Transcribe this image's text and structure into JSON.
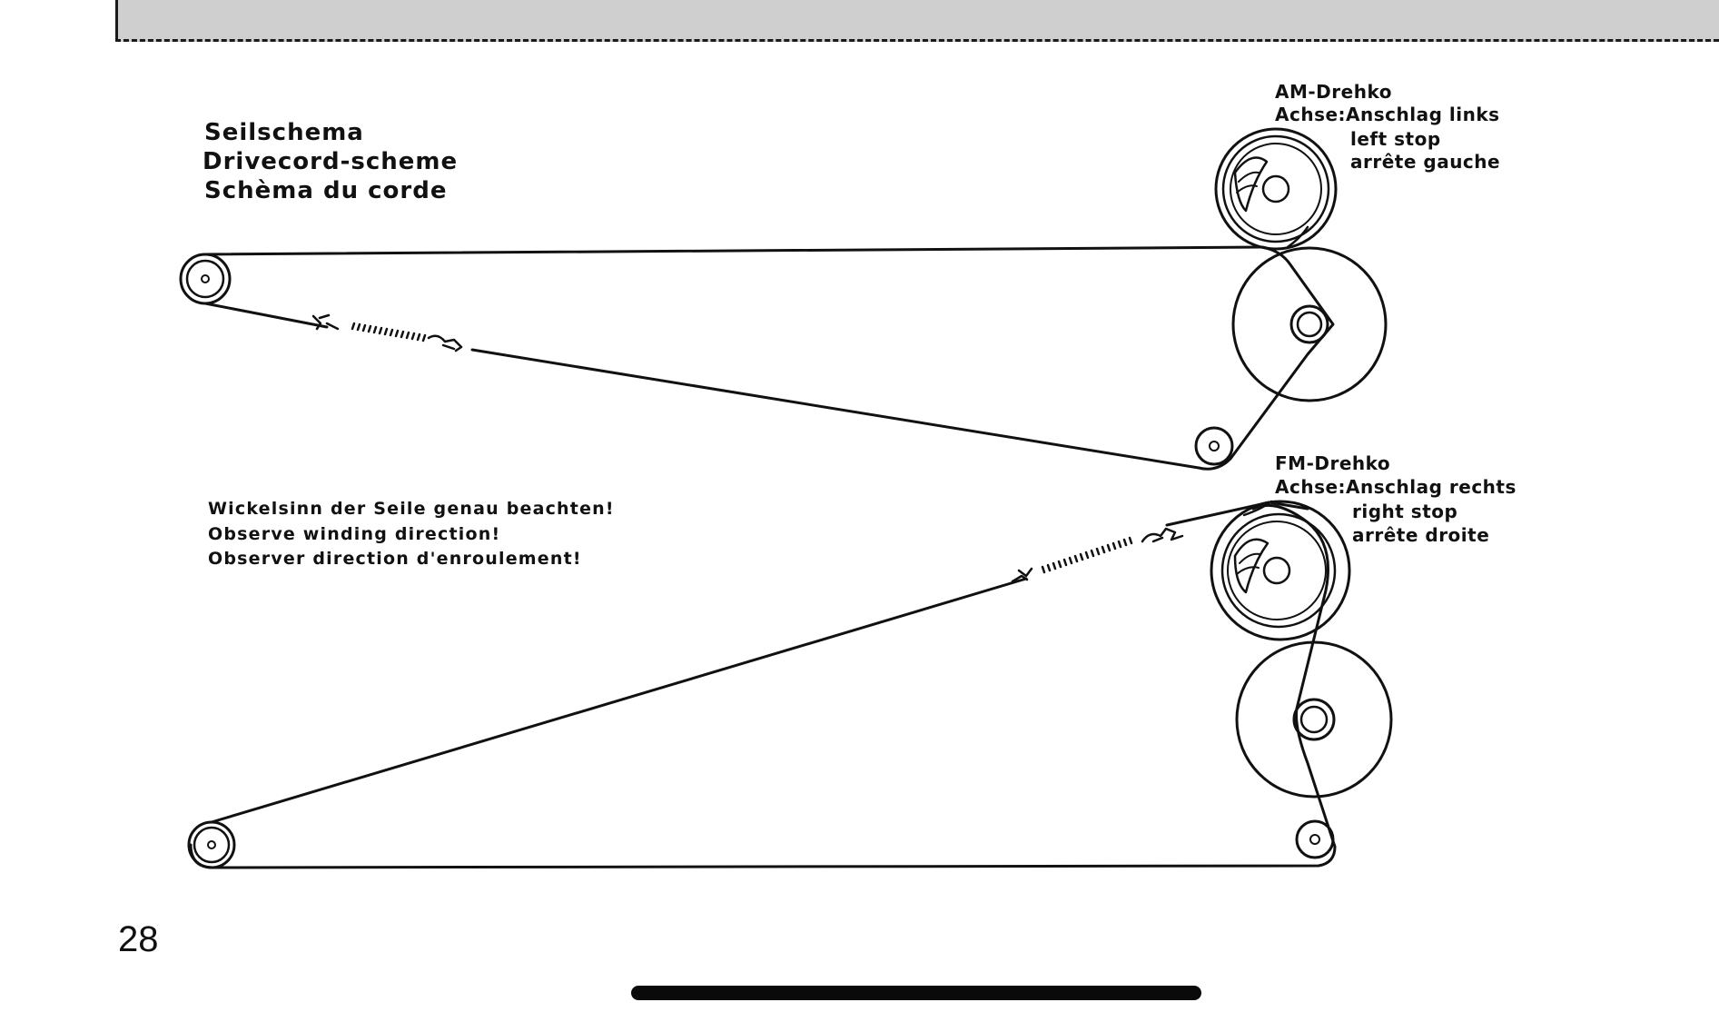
{
  "title": {
    "line1": "Seilschema",
    "line2": "Drivecord-scheme",
    "line3": "Schèma du corde"
  },
  "note": {
    "line1": "Wickelsinn der Seile genau beachten!",
    "line2": "Observe winding direction!",
    "line3": "Observer direction d'enroulement!"
  },
  "am_capacitor": {
    "name": "AM-Drehko",
    "axis": "Achse:Anschlag links",
    "stop_en": "left stop",
    "stop_fr": "arrête gauche"
  },
  "fm_capacitor": {
    "name": "FM-Drehko",
    "axis": "Achse:Anschlag rechts",
    "stop_en": "right stop",
    "stop_fr": "arrête droite"
  },
  "page_number": "28",
  "colors": {
    "ink": "#111111",
    "band": "#cfcfcf",
    "paper": "#ffffff"
  }
}
